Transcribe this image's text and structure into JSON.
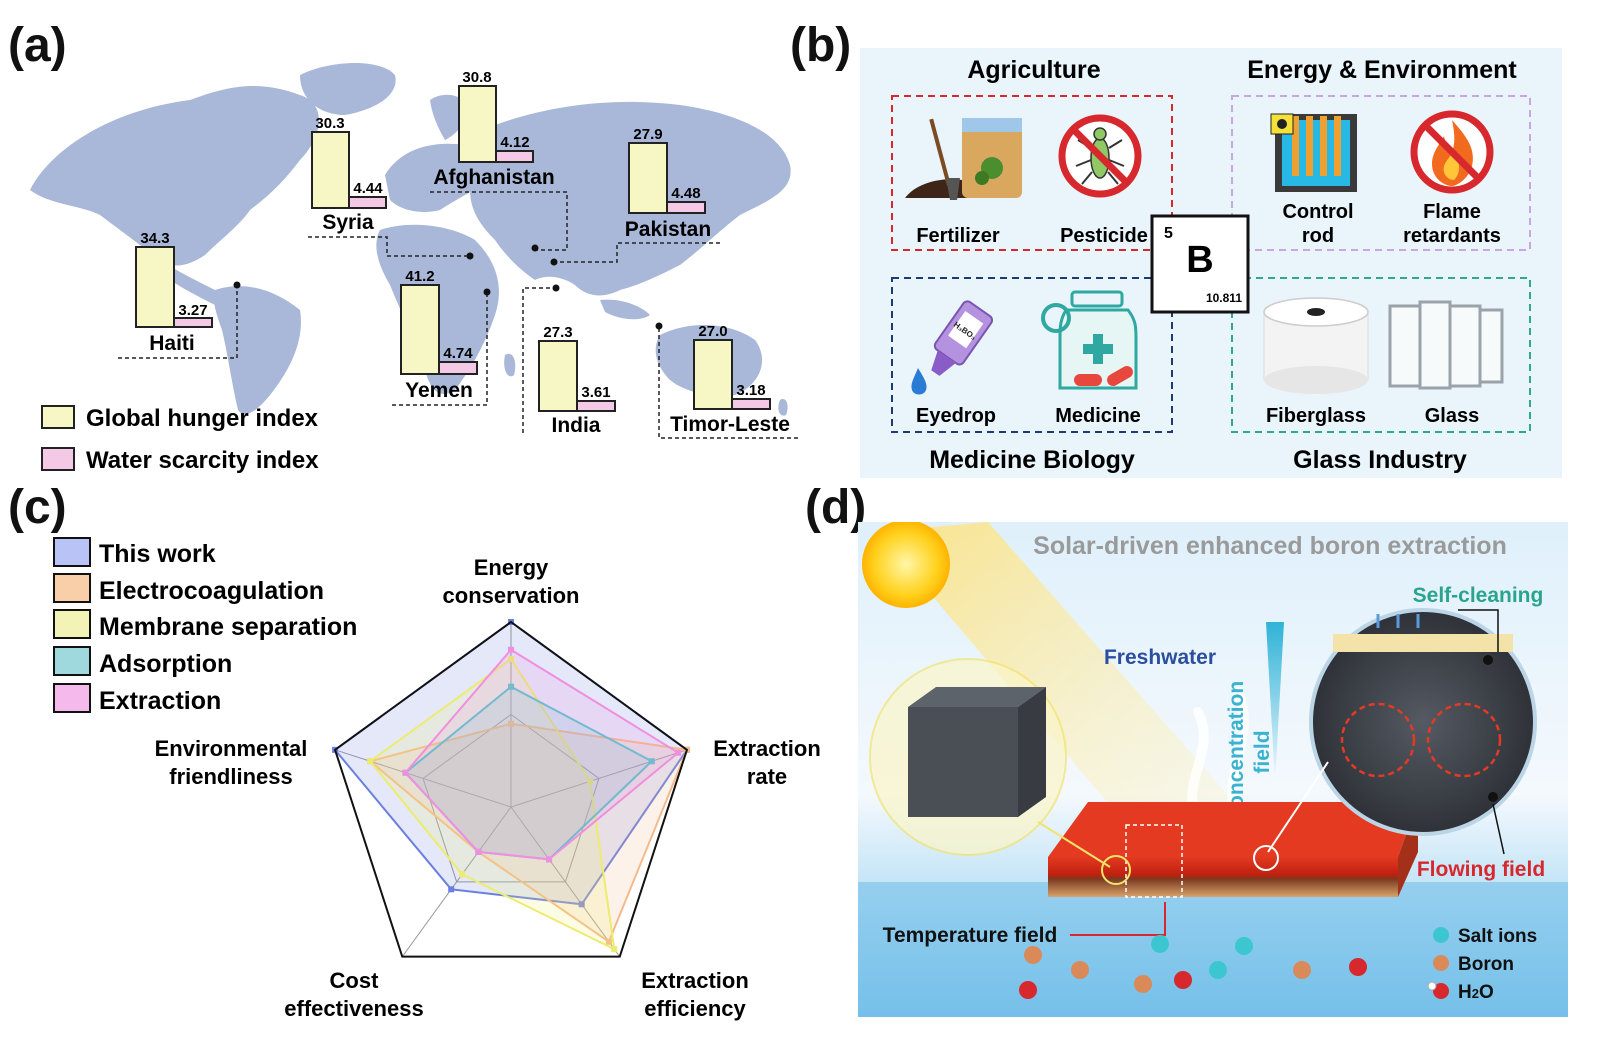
{
  "panels": {
    "a": "(a)",
    "b": "(b)",
    "c": "(c)",
    "d": "(d)"
  },
  "panel_a": {
    "legend": {
      "hunger": "Global hunger index",
      "water": "Water scarcity index"
    },
    "colors": {
      "hunger": "#f7f7c6",
      "water": "#f4c9e6",
      "map": "#a9b8d8"
    },
    "countries": [
      {
        "name": "Haiti",
        "hunger": "34.3",
        "water": "3.27"
      },
      {
        "name": "Syria",
        "hunger": "30.3",
        "water": "4.44"
      },
      {
        "name": "Afghanistan",
        "hunger": "30.8",
        "water": "4.12"
      },
      {
        "name": "Pakistan",
        "hunger": "27.9",
        "water": "4.48"
      },
      {
        "name": "Yemen",
        "hunger": "41.2",
        "water": "4.74"
      },
      {
        "name": "India",
        "hunger": "27.3",
        "water": "3.61"
      },
      {
        "name": "Timor-Leste",
        "hunger": "27.0",
        "water": "3.18"
      }
    ]
  },
  "panel_b": {
    "agriculture": "Agriculture",
    "energy": "Energy & Environment",
    "medicine": "Medicine Biology",
    "glass": "Glass Industry",
    "items": {
      "fertilizer": "Fertilizer",
      "pesticide": "Pesticide",
      "control_rod_1": "Control",
      "control_rod_2": "rod",
      "flame_1": "Flame",
      "flame_2": "retardants",
      "eyedrop": "Eyedrop",
      "medicine": "Medicine",
      "fiberglass": "Fiberglass",
      "glass": "Glass",
      "bottle_label": "H₃BO₃"
    },
    "element": {
      "number": "5",
      "symbol": "B",
      "mass": "10.811"
    }
  },
  "chart_data": {
    "type": "radar",
    "axes": [
      "Energy conservation",
      "Extraction rate",
      "Extraction efficiency",
      "Cost effectiveness",
      "Environmental friendliness"
    ],
    "axis_labels": [
      [
        "Energy",
        "conservation"
      ],
      [
        "Extraction",
        "rate"
      ],
      [
        "Extraction",
        "efficiency"
      ],
      [
        "Cost",
        "effectiveness"
      ],
      [
        "Environmental",
        "friendliness"
      ]
    ],
    "range": [
      0,
      1
    ],
    "series": [
      {
        "name": "This work",
        "values": [
          1.0,
          1.0,
          0.65,
          0.55,
          1.0
        ],
        "color": "#6b7fe0"
      },
      {
        "name": "Electrocoagulation",
        "values": [
          0.45,
          1.0,
          0.9,
          0.3,
          0.8
        ],
        "color": "#f5b98a"
      },
      {
        "name": "Membrane separation",
        "values": [
          0.8,
          0.45,
          0.95,
          0.45,
          0.8
        ],
        "color": "#ecec6e"
      },
      {
        "name": "Adsorption",
        "values": [
          0.65,
          0.8,
          0.35,
          0.3,
          0.6
        ],
        "color": "#58c3cc"
      },
      {
        "name": "Extraction",
        "values": [
          0.85,
          0.95,
          0.35,
          0.3,
          0.6
        ],
        "color": "#f08ee0"
      }
    ]
  },
  "panel_d": {
    "title": "Solar-driven enhanced boron extraction",
    "freshwater": "Freshwater",
    "concentration": [
      "Concentration",
      "field"
    ],
    "self_cleaning": "Self-cleaning",
    "flowing": "Flowing field",
    "temperature": "Temperature field",
    "legend": {
      "salt": "Salt ions",
      "boron": "Boron",
      "h2o_prefix": "H",
      "h2o_sub": "2",
      "h2o_suffix": "O"
    }
  }
}
